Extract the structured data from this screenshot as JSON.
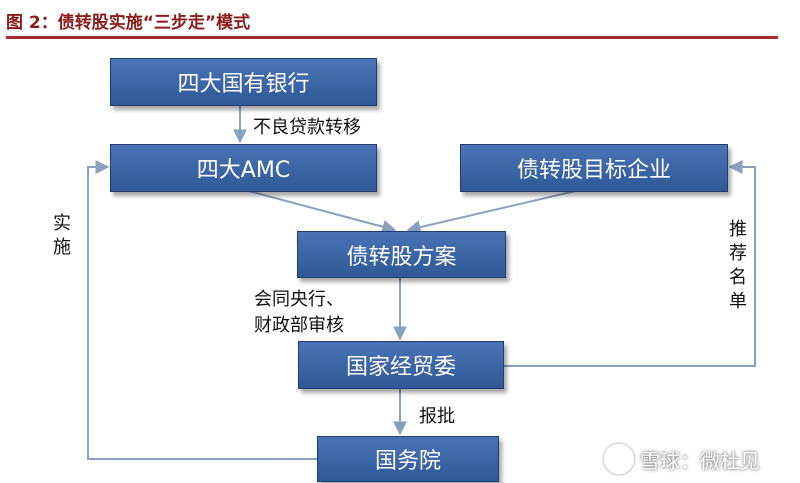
{
  "title": "图 2：债转股实施“三步走”模式",
  "boxes": {
    "banks": "四大国有银行",
    "amc": "四大AMC",
    "target": "债转股目标企业",
    "plan": "债转股方案",
    "commission": "国家经贸委",
    "council": "国务院"
  },
  "labels": {
    "transfer": "不良贷款转移",
    "review_line1": "会同央行、",
    "review_line2": "财政部审核",
    "approve": "报批",
    "implement": [
      "实",
      "施"
    ],
    "recommend": [
      "推",
      "荐",
      "名",
      "单"
    ]
  },
  "watermark": "雪球：微杜见",
  "colors": {
    "box_fill": "#3a66a8",
    "title": "#8b1a1a",
    "connector": "#8aa0bd"
  }
}
